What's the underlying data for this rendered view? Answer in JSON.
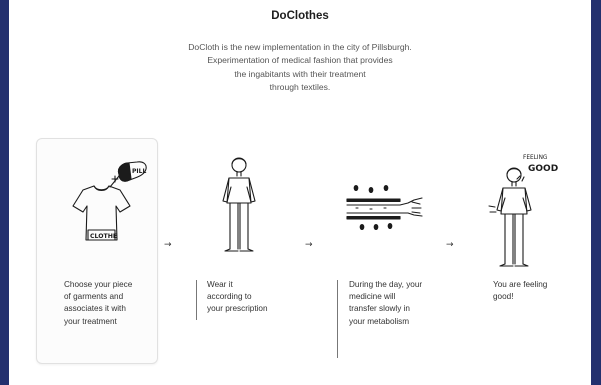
{
  "page": {
    "title": "DoClothes",
    "description_lines": [
      "DoCloth is the new implementation in the city of Pillsburgh.",
      "Experimentation of medical fashion that provides",
      "the ingabitants with their treatment",
      "through textiles."
    ]
  },
  "steps": [
    {
      "illustration": "shirt-pill-icon",
      "illustration_labels": {
        "pill": "PILL",
        "shirt": "CLOTHE"
      },
      "lines": [
        "Choose your piece",
        "of garments and",
        "associates it with",
        "your treatment"
      ]
    },
    {
      "illustration": "person-icon",
      "lines": [
        "Wear it",
        "according to",
        "your prescription"
      ]
    },
    {
      "illustration": "arm-medicine-icon",
      "lines": [
        "During the day, your",
        "medicine will",
        "transfer slowly in",
        "your metabolism"
      ]
    },
    {
      "illustration": "happy-person-icon",
      "illustration_labels": {
        "line1": "FEELING",
        "line2": "GOOD"
      },
      "lines": [
        "You are feeling",
        "good!"
      ]
    }
  ],
  "arrow_glyph": "→"
}
